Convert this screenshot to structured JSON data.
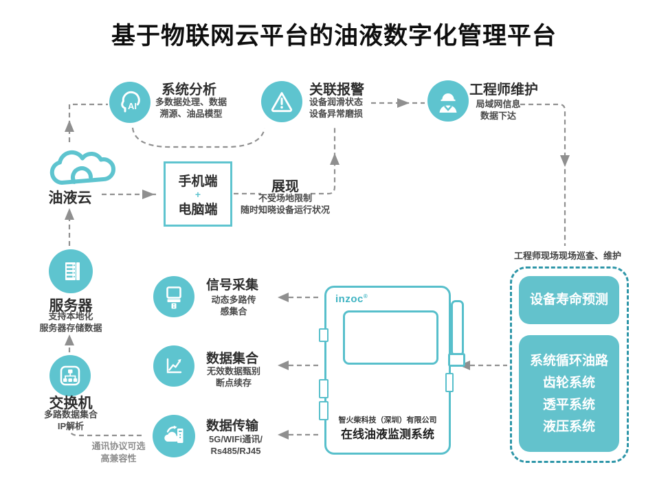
{
  "title": "基于物联网云平台的油液数字化管理平台",
  "colors": {
    "teal": "#5ec4cf",
    "teal_fill": "#63c2cc",
    "teal_dash_border": "#2e96a8",
    "wire_gray": "#8f8f8f"
  },
  "nodes": {
    "analysis": {
      "title": "系统分析",
      "desc1": "多数据处理、数据",
      "desc2": "溯源、油品模型",
      "icon": "ai-head-icon"
    },
    "alarm": {
      "title": "关联报警",
      "desc1": "设备润滑状态",
      "desc2": "设备异常磨损",
      "icon": "warning-triangle-icon"
    },
    "engineer": {
      "title": "工程师维护",
      "desc1": "局域网信息",
      "desc2": "数据下达",
      "icon": "engineer-helmet-icon"
    },
    "cloud": {
      "title": "油液云",
      "icon": "cloud-icon"
    },
    "terminal_box": {
      "line1": "手机端",
      "plus": "+",
      "line2": "电脑端"
    },
    "display": {
      "title": "展现",
      "desc1": "不受场地限制",
      "desc2": "随时知晓设备运行状况"
    },
    "server": {
      "title": "服务器",
      "desc1": "支持本地化",
      "desc2": "服务器存储数据",
      "icon": "server-rack-icon"
    },
    "switch": {
      "title": "交换机",
      "desc1": "多路数据集合",
      "desc2": "IP解析",
      "icon": "network-switch-icon"
    },
    "switch_note": {
      "line1": "通讯协议可选",
      "line2": "高兼容性"
    },
    "signal": {
      "title": "信号采集",
      "desc1": "动态多路传",
      "desc2": "感集合",
      "icon": "sensor-icon"
    },
    "aggregation": {
      "title": "数据集合",
      "desc1": "无效数据甄别",
      "desc2": "断点续存",
      "icon": "chart-up-icon"
    },
    "transmission": {
      "title": "数据传输",
      "desc1": "5G/WIFi通讯/",
      "desc2": "Rs485/RJ45",
      "icon": "cloud-upload-icon"
    },
    "device": {
      "brand": "inzoc",
      "reg": "®",
      "company": "智火柴科技（深圳）有限公司",
      "product": "在线油液监测系统"
    },
    "site_note": "工程师现场现场巡查、维护",
    "prediction": "设备寿命预测",
    "systems": [
      "系统循环油路",
      "齿轮系统",
      "透平系统",
      "液压系统"
    ]
  }
}
